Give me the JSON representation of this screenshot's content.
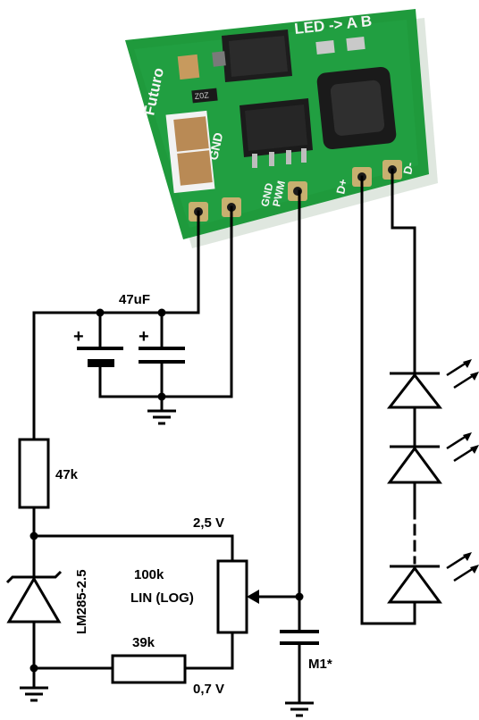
{
  "pcb": {
    "brand": "Futuro",
    "led_mark": "LED -> A B",
    "gnd_mark": "GND",
    "port_label": "PWM",
    "pad_gnd_label": "GND",
    "pad_plus_label": "D+",
    "pad_minus_label": "D-",
    "zener_mark": "Z0Z",
    "colors": {
      "board": "#1f9a3c",
      "pad": "#c8b070"
    }
  },
  "circuit": {
    "cap_label": "47uF",
    "r1_label": "47k",
    "ref_label": "LM285-2.5",
    "v_top": "2,5 V",
    "v_bottom": "0,7 V",
    "pot_value": "100k",
    "pot_type": "LIN (LOG)",
    "r2_label": "39k",
    "m1_label": "M1*",
    "plus_sign": "+"
  }
}
